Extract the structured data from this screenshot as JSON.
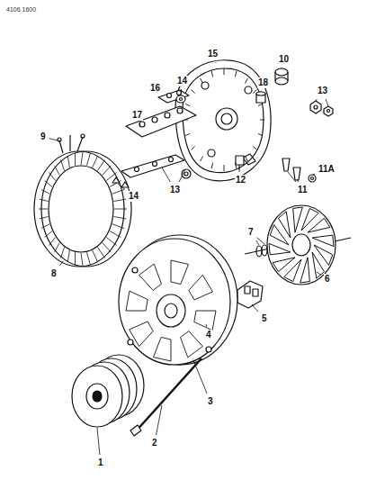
{
  "diagram": {
    "labels": [
      "4106 1600",
      "9",
      "8",
      "14",
      "17",
      "16",
      "14",
      "15",
      "18",
      "10",
      "13",
      "12",
      "11",
      "11A",
      "13",
      "7",
      "6",
      "5",
      "4",
      "3",
      "2",
      "1"
    ]
  }
}
